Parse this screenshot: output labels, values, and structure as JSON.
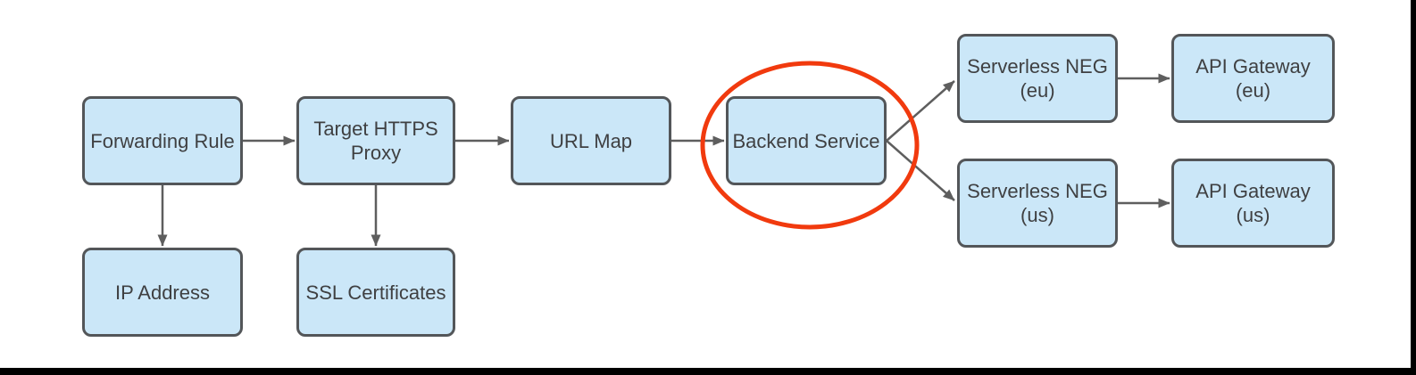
{
  "diagram": {
    "description": "Flow diagram of an HTTPS load balancer routing to multi-region API Gateways, with the Backend Service node circled for emphasis",
    "nodes": [
      {
        "id": "forwarding-rule",
        "label": "Forwarding Rule"
      },
      {
        "id": "target-https-proxy",
        "label": "Target HTTPS\nProxy"
      },
      {
        "id": "ip-address",
        "label": "IP Address"
      },
      {
        "id": "ssl-certificates",
        "label": "SSL Certificates"
      },
      {
        "id": "url-map",
        "label": "URL Map"
      },
      {
        "id": "backend-service",
        "label": "Backend Service"
      },
      {
        "id": "serverless-neg-eu",
        "label": "Serverless NEG\n(eu)"
      },
      {
        "id": "api-gateway-eu",
        "label": "API Gateway\n(eu)"
      },
      {
        "id": "serverless-neg-us",
        "label": "Serverless NEG\n(us)"
      },
      {
        "id": "api-gateway-us",
        "label": "API Gateway\n(us)"
      }
    ],
    "edges": [
      {
        "from": "forwarding-rule",
        "to": "target-https-proxy"
      },
      {
        "from": "forwarding-rule",
        "to": "ip-address"
      },
      {
        "from": "target-https-proxy",
        "to": "url-map"
      },
      {
        "from": "target-https-proxy",
        "to": "ssl-certificates"
      },
      {
        "from": "url-map",
        "to": "backend-service"
      },
      {
        "from": "backend-service",
        "to": "serverless-neg-eu"
      },
      {
        "from": "backend-service",
        "to": "serverless-neg-us"
      },
      {
        "from": "serverless-neg-eu",
        "to": "api-gateway-eu"
      },
      {
        "from": "serverless-neg-us",
        "to": "api-gateway-us"
      }
    ],
    "highlight": {
      "shape": "ellipse",
      "around": "backend-service",
      "color": "#f13a0e"
    },
    "colors": {
      "canvas_bg": "#ffffff",
      "node_fill": "#cbe7f8",
      "node_border": "#535659",
      "node_text": "#3f4042",
      "arrow": "#5e5e5e",
      "highlight": "#f13a0e",
      "frame": "#000000"
    }
  }
}
